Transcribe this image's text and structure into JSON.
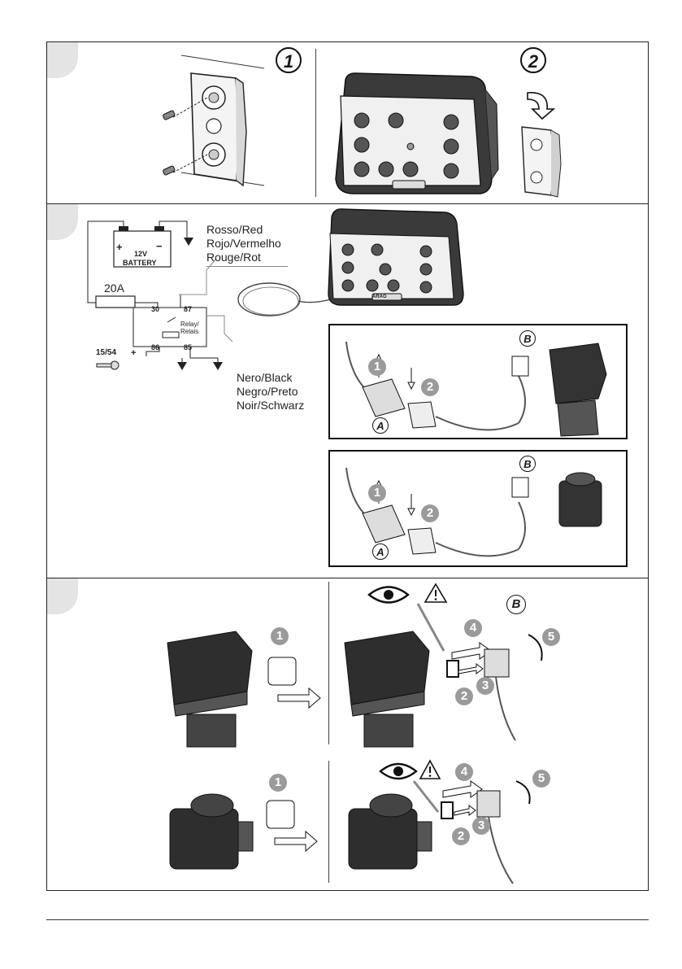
{
  "steps": {
    "mount": "1",
    "attach": "2"
  },
  "wiring": {
    "battery_voltage": "12V",
    "battery_label": "BATTERY",
    "battery_plus": "+",
    "battery_minus": "−",
    "fuse_label": "20A",
    "relay_label_1": "Relay/",
    "relay_label_2": "Relais",
    "relay_pins": [
      "30",
      "87",
      "86",
      "85"
    ],
    "ignition_label": "15/54",
    "ignition_plus": "+",
    "red_wire": [
      "Rosso/Red",
      "Rojo/Vermelho",
      "Rouge/Rot"
    ],
    "black_wire": [
      "Nero/Black",
      "Negro/Preto",
      "Noir/Schwarz"
    ]
  },
  "connectors": {
    "plug_a": "A",
    "plug_b": "B",
    "step1": "1",
    "step2": "2"
  },
  "assembly": {
    "steps": [
      "1",
      "2",
      "3",
      "4",
      "5"
    ],
    "connector": "B"
  },
  "brand": "ARAG",
  "icons": {
    "eye": "eye-icon",
    "warning": "warning-icon",
    "ground": "ground-icon",
    "key": "key-icon"
  }
}
